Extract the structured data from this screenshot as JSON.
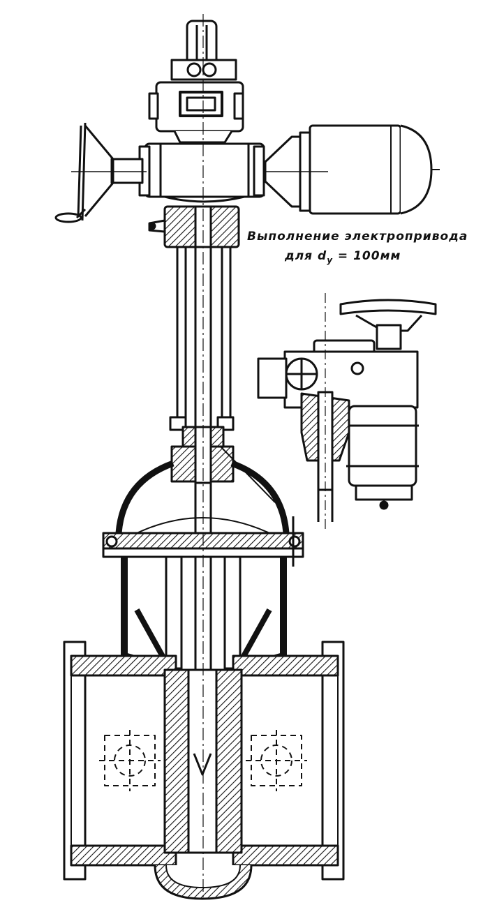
{
  "caption": {
    "line1": "Выполнение электропривода",
    "line2_prefix": "для d",
    "line2_sub": "y",
    "line2_suffix": " = 100мм"
  },
  "colors": {
    "ink": "#111111",
    "paper": "#ffffff"
  }
}
